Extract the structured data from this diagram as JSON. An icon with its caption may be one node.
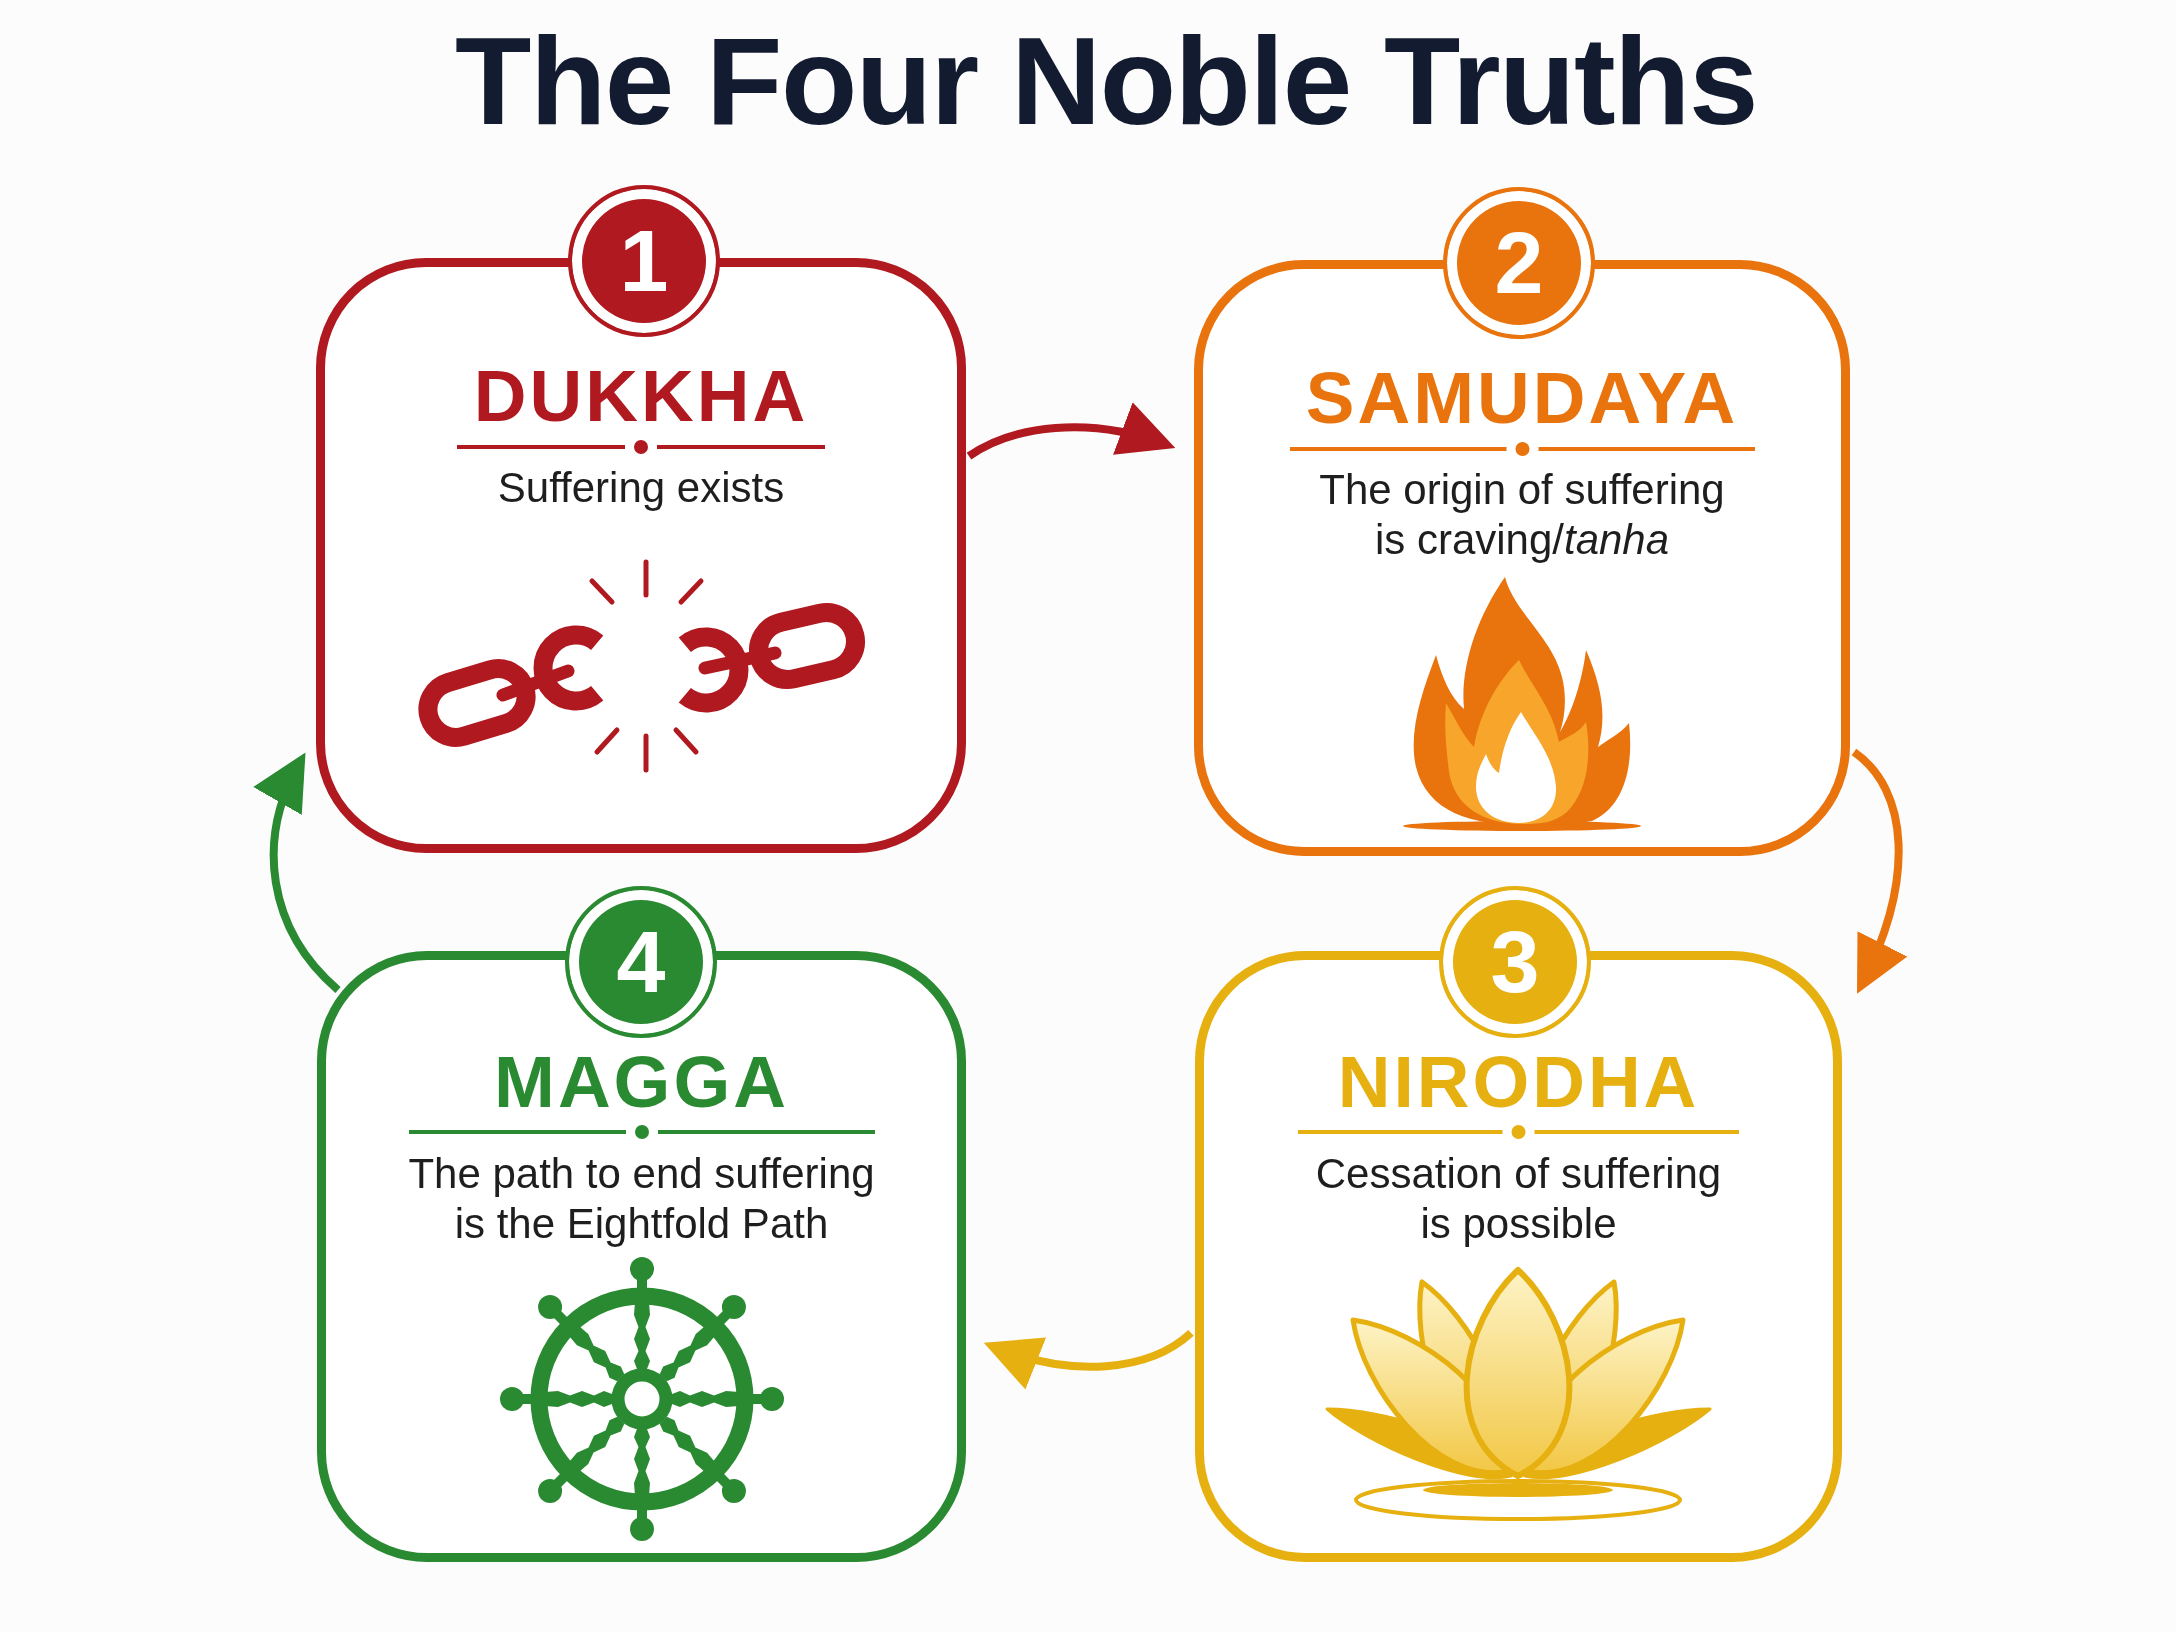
{
  "diagram": {
    "title": "The Four Noble Truths",
    "nodes": [
      {
        "text": [
          "1"
        ]
      },
      {
        "text": [
          "DUKKHA",
          "Suffering exists"
        ]
      },
      {
        "text": [
          "2"
        ]
      },
      {
        "text": [
          "SAMUDAYA",
          "The origin of suffering is craving/*tanha*"
        ]
      },
      {
        "text": [
          "3"
        ]
      },
      {
        "text": [
          "NIRODHA",
          "Cessation of suffering is possible"
        ]
      },
      {
        "text": [
          "4"
        ]
      },
      {
        "text": [
          "MAGGA",
          "The path to end suffering is the Eightfold Path"
        ]
      }
    ],
    "edges": [
      {
        "from": 1,
        "to": 3,
        "arrow": "to",
        "color": "#b0191f"
      },
      {
        "from": 3,
        "to": 5,
        "arrow": "to",
        "color": "#e9730c"
      },
      {
        "from": 5,
        "to": 7,
        "arrow": "to",
        "color": "#e6b010"
      },
      {
        "from": 7,
        "to": 1,
        "arrow": "to",
        "color": "#2a8a32"
      }
    ]
  }
}
